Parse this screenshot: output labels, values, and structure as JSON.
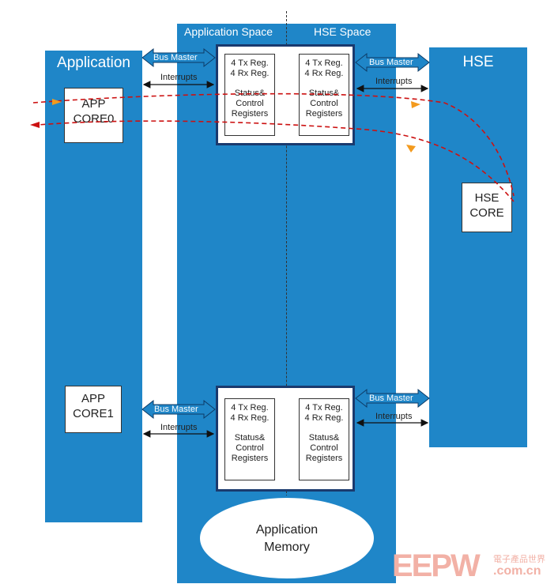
{
  "columns": {
    "application": {
      "title": "Application"
    },
    "hse": {
      "title": "HSE"
    }
  },
  "spaces": {
    "application_space": "Application Space",
    "hse_space": "HSE Space"
  },
  "cores": {
    "app_core0": [
      "APP",
      "CORE0"
    ],
    "app_core1": [
      "APP",
      "CORE1"
    ],
    "hse_core": [
      "HSE",
      "CORE"
    ]
  },
  "register_block": {
    "tx": "4 Tx Reg.",
    "rx": "4 Rx Reg.",
    "status": [
      "Status&",
      "Control",
      "Registers"
    ]
  },
  "links": {
    "bus_master": "Bus Master",
    "interrupts": "Interrupts"
  },
  "memory": [
    "Application",
    "Memory"
  ],
  "watermark": {
    "logo": "EEPW",
    "tagline": "電子產品世界",
    "url": ".com.cn"
  },
  "colors": {
    "column_blue": "#1f86c8",
    "arrow_blue": "#1f86c8",
    "flow_red": "#cc1111",
    "flow_orange": "#f39a1e"
  }
}
